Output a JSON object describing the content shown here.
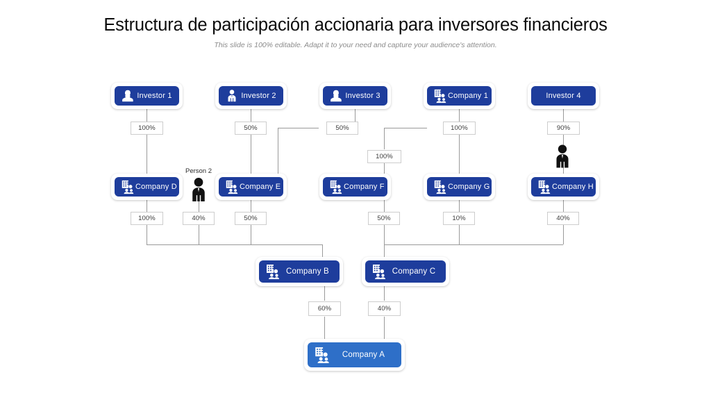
{
  "header": {
    "title": "Estructura de participación accionaria para inversores financieros",
    "subtitle": "This slide is 100% editable. Adapt it to your need and capture your audience's attention."
  },
  "colors": {
    "node_dark": "#1e3d9c",
    "node_light": "#2e6fc8",
    "connector": "#9a9a9a",
    "chip_border": "#cdcdcd",
    "title_text": "#0d0d0d",
    "subtitle_text": "#8c8c8c"
  },
  "nodes": {
    "investor_1": {
      "label": "Investor  1",
      "icon": "person-female-icon"
    },
    "investor_2": {
      "label": "Investor  2",
      "icon": "person-suit-icon"
    },
    "investor_3": {
      "label": "Investor  3",
      "icon": "person-female-icon"
    },
    "company_1": {
      "label": "Company 1",
      "icon": "building-people-icon"
    },
    "investor_4": {
      "label": "Investor  4",
      "icon": "none"
    },
    "company_d": {
      "label": "Company D",
      "icon": "building-people-icon"
    },
    "person_2": {
      "label": "Person 2",
      "icon": "person-silhouette-icon"
    },
    "company_e": {
      "label": "Company E",
      "icon": "building-people-icon"
    },
    "company_f": {
      "label": "Company F",
      "icon": "building-people-icon"
    },
    "company_g": {
      "label": "Company G",
      "icon": "building-people-icon"
    },
    "person_3": {
      "label": "",
      "icon": "person-silhouette-icon"
    },
    "company_h": {
      "label": "Company H",
      "icon": "building-people-icon"
    },
    "company_b": {
      "label": "Company B",
      "icon": "building-people-icon"
    },
    "company_c": {
      "label": "Company C",
      "icon": "building-people-icon"
    },
    "company_a": {
      "label": "Company A",
      "icon": "building-people-icon"
    }
  },
  "percentages": {
    "inv1_to_d": "100%",
    "inv2_to_e": "50%",
    "inv3_split": "50%",
    "inv3_to_f": "100%",
    "co1_to_g": "100%",
    "inv4_to_h": "90%",
    "d_to_b": "100%",
    "person2_to_b": "40%",
    "e_to_b": "50%",
    "f_to_c": "50%",
    "g_to_c": "10%",
    "h_to_c": "40%",
    "b_to_a": "60%",
    "c_to_a": "40%"
  }
}
